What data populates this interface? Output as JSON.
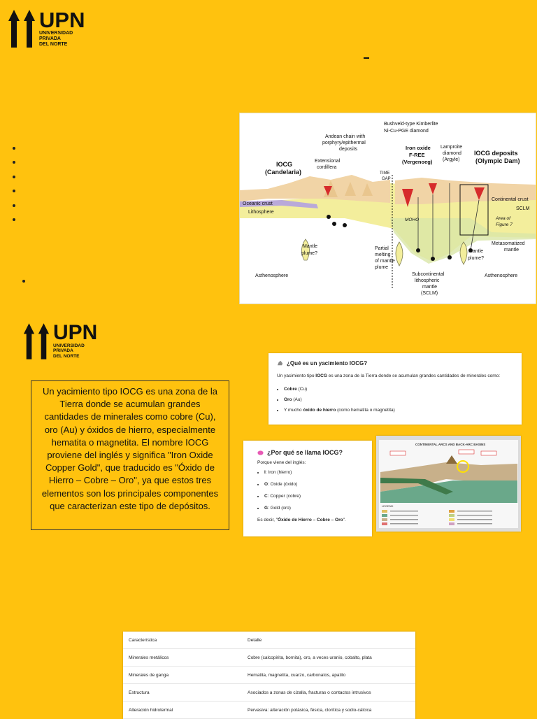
{
  "logo": {
    "big": "UPN",
    "line1": "UNIVERSIDAD",
    "line2": "PRIVADA",
    "line3": "DEL NORTE"
  },
  "bullet_count": 6,
  "diagram": {
    "labels": {
      "bushveld": "Bushveld-type Kimberlite",
      "nicu": "Ni-Cu-PGE    diamond",
      "andean1": "Andean chain with",
      "andean2": "porphyry/epithermal",
      "andean3": "deposits",
      "ext1": "Extensional",
      "ext2": "cordillera",
      "iocg1a": "IOCG",
      "iocg1b": "(Candelaria)",
      "timegap1": "TIME",
      "timegap2": "GAP",
      "ironox1": "Iron oxide",
      "ironox2": "F-REE",
      "ironox3": "(Vergenoeg)",
      "lamp1": "Lamproite",
      "lamp2": "diamond",
      "lamp3": "(Argyle)",
      "iocg2a": "IOCG deposits",
      "iocg2b": "(Olympic Dam)",
      "oceanic": "Oceanic crust",
      "litho": "Lithosphere",
      "contcrust": "Continental crust",
      "sclm": "SCLM",
      "moho": "MOHO",
      "area1": "Area of",
      "area2": "Figure 7",
      "meta1": "Metasomatized",
      "meta2": "mantle",
      "plume1a": "Mantle",
      "plume1b": "plume?",
      "partial1": "Partial",
      "partial2": "melting",
      "partial3": "of mantle",
      "partial4": "plume",
      "plume2a": "Mantle",
      "plume2b": "plume?",
      "asth1": "Asthenosphere",
      "asth2": "Asthenosphere",
      "sub1": "Subcontinental",
      "sub2": "lithospheric",
      "sub3": "mantle",
      "sub4": "(SCLM)"
    }
  },
  "textbox": "Un yacimiento tipo IOCG es una zona de la Tierra donde se acumulan grandes cantidades de minerales como cobre (Cu), oro (Au) y óxidos de hierro, especialmente hematita o magnetita. El nombre IOCG proviene del inglés y significa \"Iron Oxide Copper Gold\", que traducido es \"Óxido de Hierro – Cobre – Oro\", ya que estos tres elementos son los principales componentes que caracterizan este tipo de depósitos.",
  "card1": {
    "title": "¿Qué es un yacimiento IOCG?",
    "p_a": "Un yacimiento tipo ",
    "p_b": "IOCG",
    "p_c": " es una zona de la Tierra donde se acumulan grandes cantidades de minerales como:",
    "items": [
      {
        "b": "Cobre",
        "t": " (Cu)"
      },
      {
        "b": "Oro",
        "t": " (Au)"
      },
      {
        "pre": "Y mucho ",
        "b": "óxido de hierro",
        "t": " (como hematita o magnetita)"
      }
    ]
  },
  "card2": {
    "title": "¿Por qué se llama IOCG?",
    "p": "Porque viene del inglés:",
    "items": [
      {
        "b": "I",
        "t": ": Iron (hierro)"
      },
      {
        "b": "O",
        "t": ": Oxide (óxido)"
      },
      {
        "b": "C",
        "t": ": Copper (cobre)"
      },
      {
        "b": "G",
        "t": ": Gold (oro)"
      }
    ],
    "foot_a": "Es decir, \"",
    "foot_b": "Óxido de Hierro – Cobre – Oro",
    "foot_c": "\"."
  },
  "card3": {
    "title": "CONTINENTAL ARCS AND BACK-ARC BASINS",
    "legend": "LEGEND"
  },
  "table": {
    "headers": [
      "Característica",
      "Detalle"
    ],
    "rows": [
      [
        "Minerales metálicos",
        "Cobre (calcopirita, bornita), oro, a veces uranio, cobalto, plata"
      ],
      [
        "Minerales de ganga",
        "Hematita, magnetita, cuarzo, carbonatos, apatito"
      ],
      [
        "Estructura",
        "Asociados a zonas de cizalla, fracturas o contactos intrusivos"
      ],
      [
        "Alteración hidrotermal",
        "Pervasiva: alteración potásica, fésica, clorítica y sodio-cálcica"
      ]
    ]
  }
}
